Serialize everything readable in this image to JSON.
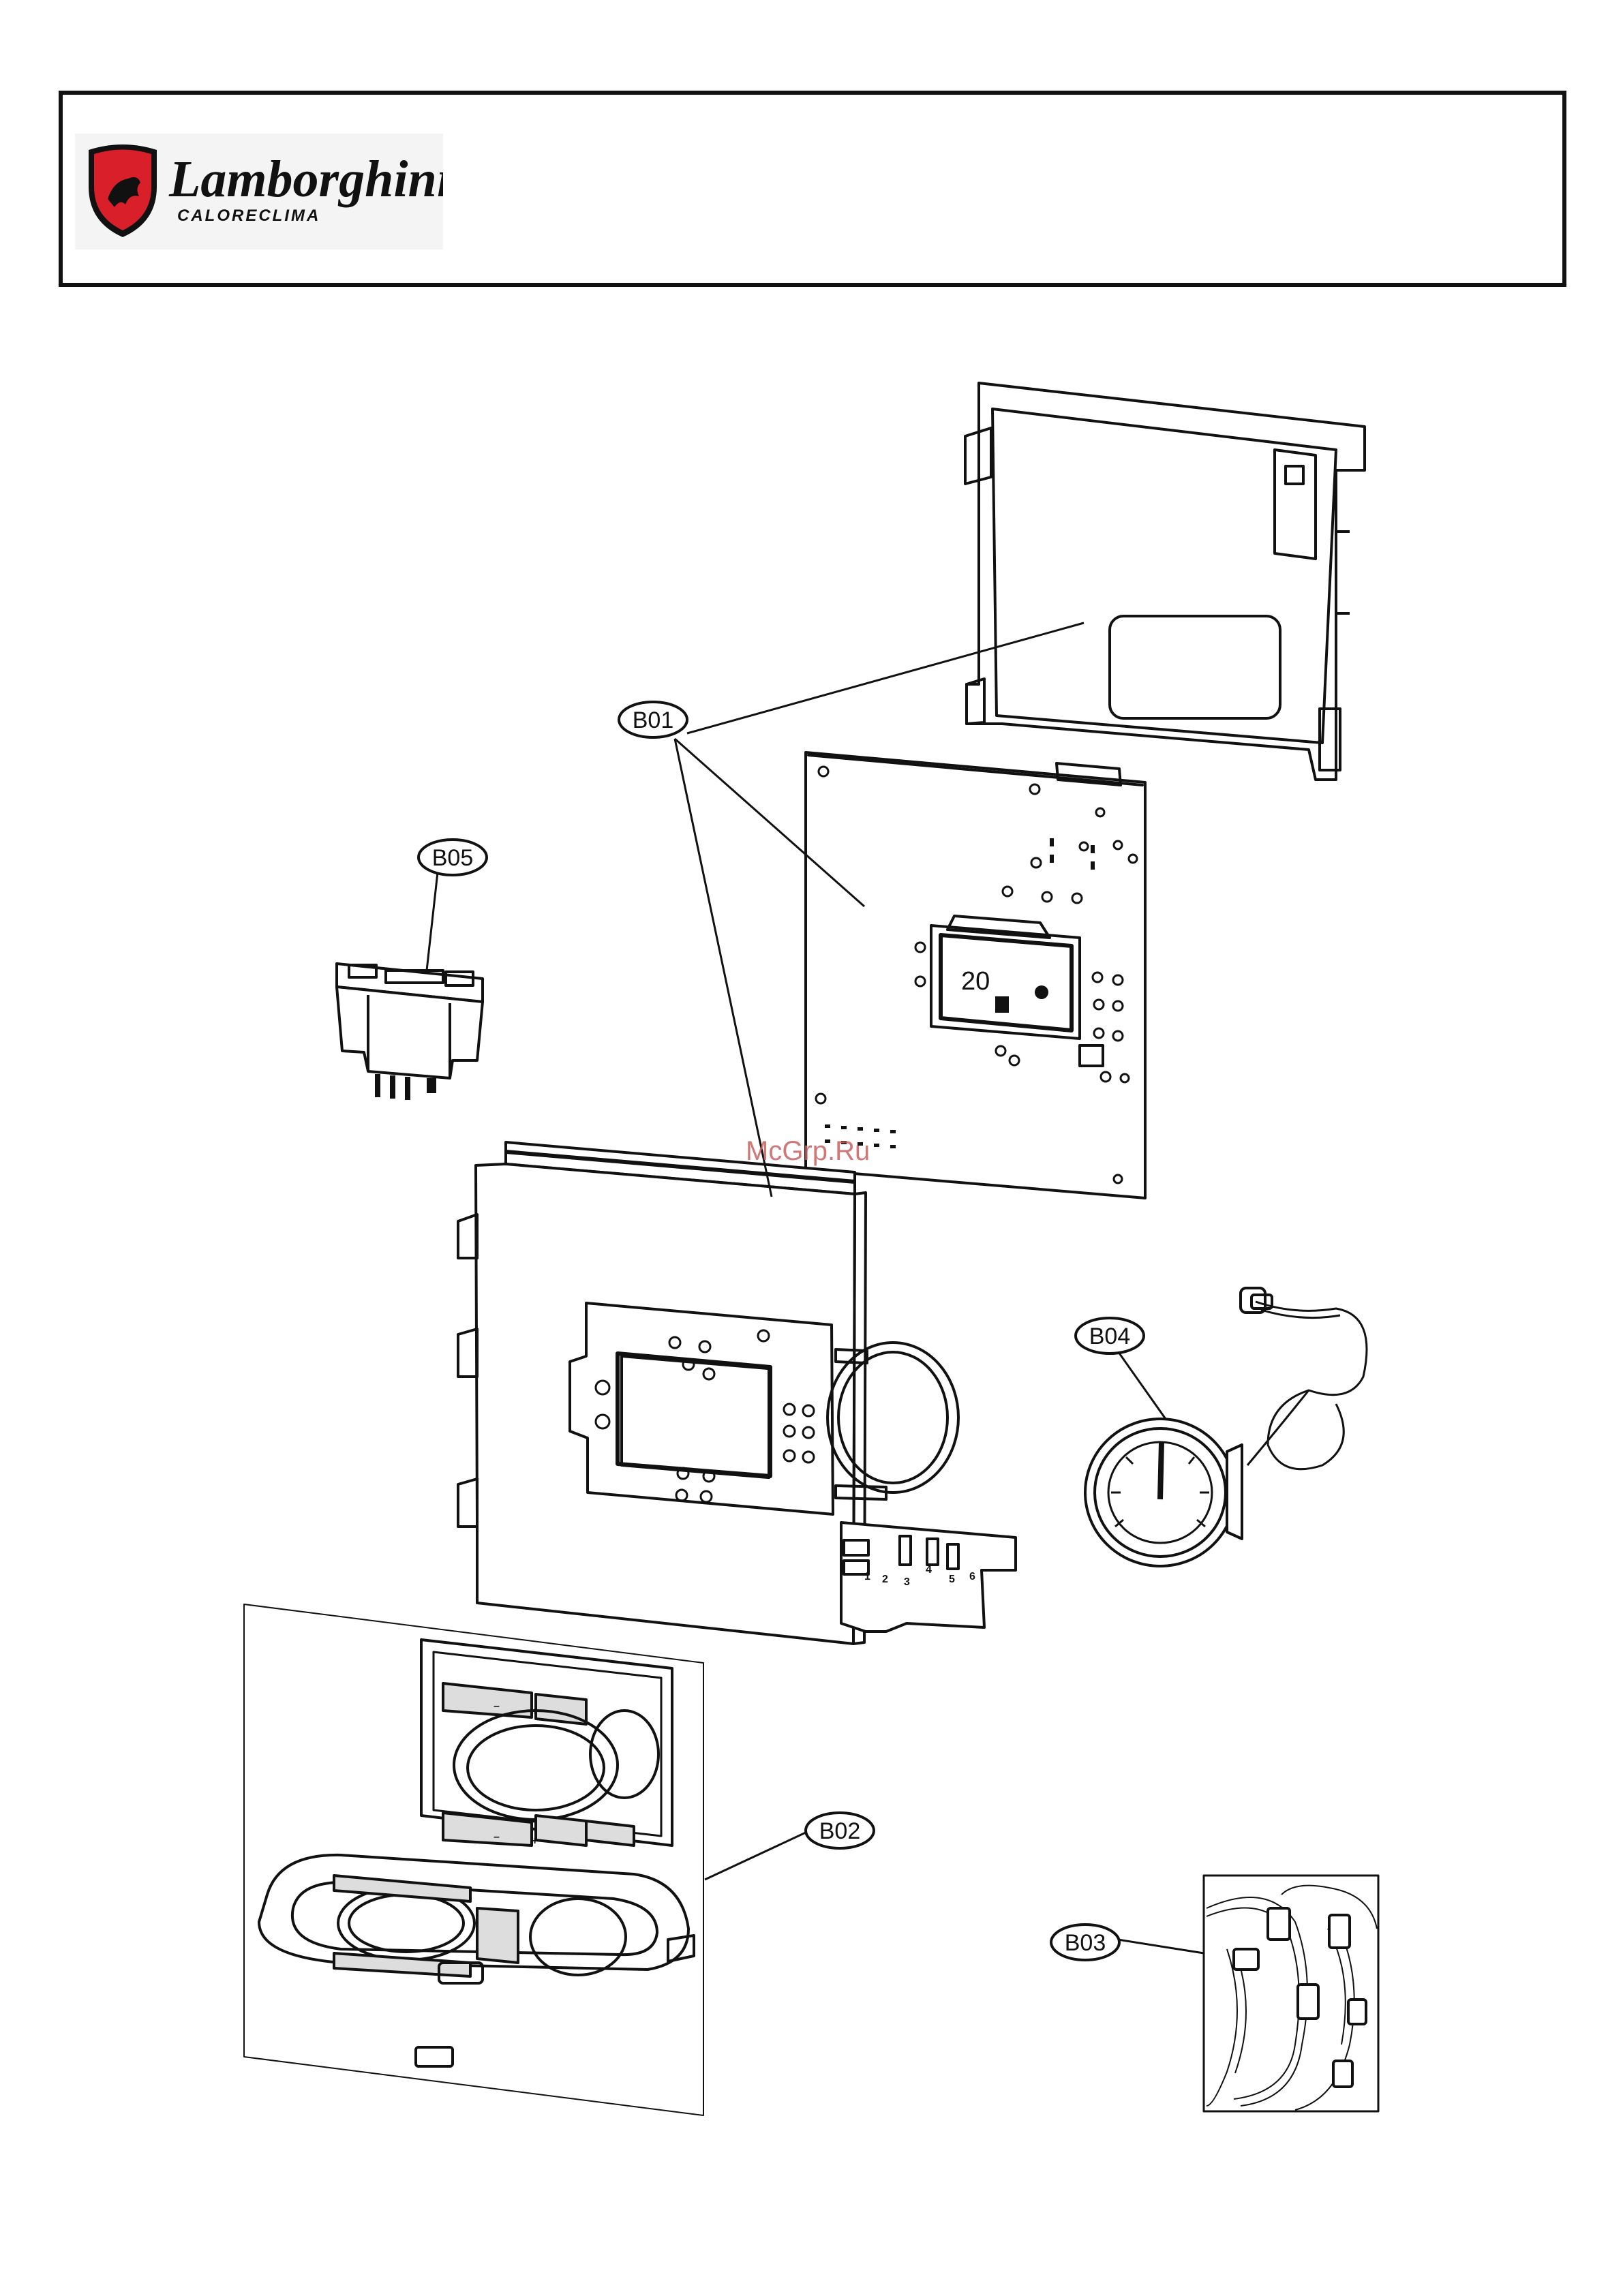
{
  "brand": {
    "name": "Lamborghini",
    "subname": "CALORECLIMA"
  },
  "callouts": {
    "b01": "B01",
    "b02": "B02",
    "b03": "B03",
    "b04": "B04",
    "b05": "B05"
  },
  "watermark": "McGrp.Ru",
  "connector_numbers": [
    "1",
    "2",
    "3",
    "4",
    "5",
    "6"
  ],
  "colors": {
    "line": "#111111",
    "logo_red": "#d9202a",
    "watermark": "#c86060"
  }
}
